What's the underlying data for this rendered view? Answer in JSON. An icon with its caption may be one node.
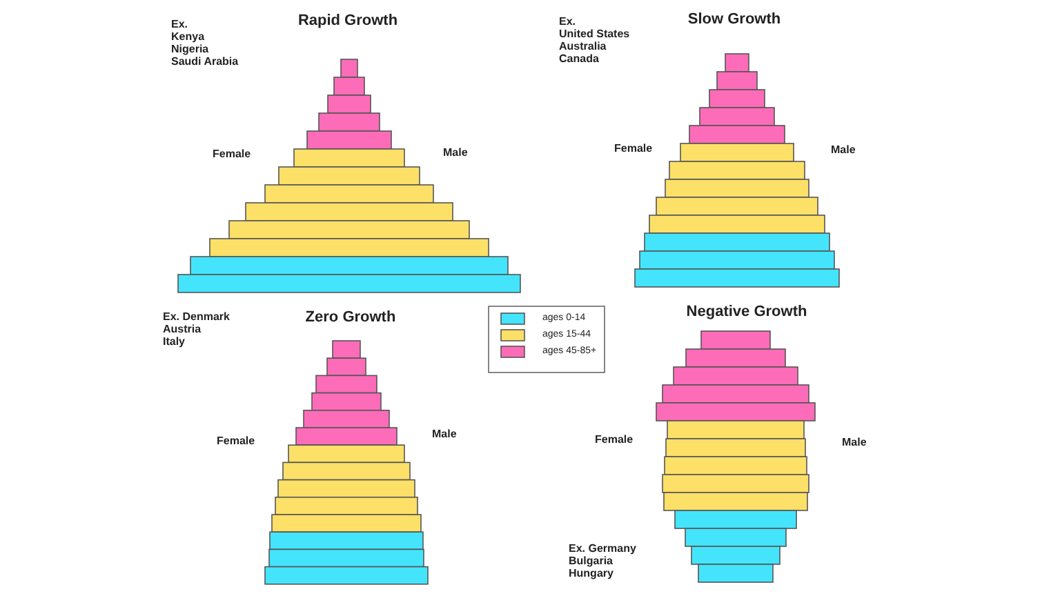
{
  "diagram": {
    "labels": [
      "Ex.",
      "Kenya",
      "Nigeria",
      "Saudi Arabia",
      "Rapid Growth",
      "Female",
      "Male",
      "Ex.",
      "United States",
      "Australia",
      "Canada",
      "Slow Growth",
      "Female",
      "Male",
      "Ex. Denmark",
      "Austria",
      "Italy",
      "Zero Growth",
      "Female",
      "Male",
      "Negative Growth",
      "Female",
      "Male",
      "Ex. Germany",
      "Bulgaria",
      "Hungary"
    ],
    "legend": [
      {
        "text": "ages 0-14",
        "color": "#44e4fc"
      },
      {
        "text": "ages 15-44",
        "color": "#fce068"
      },
      {
        "text": "ages 45-85+",
        "color": "#fc6cb8"
      }
    ]
  }
}
